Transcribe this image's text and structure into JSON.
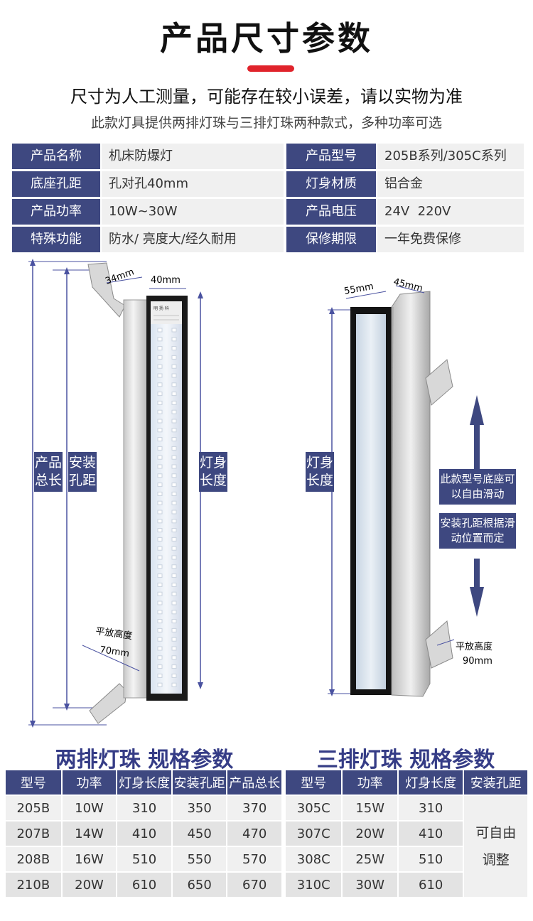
{
  "header": {
    "title": "产品尺寸参数",
    "subtitle": "尺寸为人工测量，可能存在较小误差，请以实物为准",
    "note": "此款灯具提供两排灯珠与三排灯珠两种款式，多种功率可选"
  },
  "specs": [
    {
      "l1": "产品名称",
      "v1": "机床防爆灯",
      "l2": "产品型号",
      "v2": "205B系列/305C系列"
    },
    {
      "l1": "底座孔距",
      "v1": "孔对孔40mm",
      "l2": "灯身材质",
      "v2": "铝合金"
    },
    {
      "l1": "产品功率",
      "v1": "10W~30W",
      "l2": "产品电压",
      "v2": "24V  220V"
    },
    {
      "l1": "特殊功能",
      "v1": "防水/ 亮度大/经久耐用",
      "l2": "保修期限",
      "v2": "一年免费保修"
    }
  ],
  "diagram_left": {
    "dim_width1": "34mm",
    "dim_width2": "40mm",
    "label_total": "产品总长",
    "label_install": "安装孔距",
    "label_body": "灯身长度",
    "label_flat": "平放高度",
    "label_flat_val": "70mm",
    "sticker_brand": "明 扬 科"
  },
  "diagram_right": {
    "dim_width1": "55mm",
    "dim_width2": "45mm",
    "label_body": "灯身长度",
    "note1": "此款型号底座可以自由滑动",
    "note2": "安装孔距根据滑动位置而定",
    "label_flat": "平放高度",
    "label_flat_val": "90mm"
  },
  "table_two": {
    "heading": "两排灯珠 规格参数",
    "headers": [
      "型号",
      "功率",
      "灯身长度",
      "安装孔距",
      "产品总长"
    ],
    "rows": [
      [
        "205B",
        "10W",
        "310",
        "350",
        "370"
      ],
      [
        "207B",
        "14W",
        "410",
        "450",
        "470"
      ],
      [
        "208B",
        "16W",
        "510",
        "550",
        "570"
      ],
      [
        "210B",
        "20W",
        "610",
        "650",
        "670"
      ]
    ]
  },
  "table_three": {
    "heading": "三排灯珠 规格参数",
    "headers": [
      "型号",
      "功率",
      "灯身长度",
      "安装孔距"
    ],
    "rows": [
      [
        "305C",
        "15W",
        "310"
      ],
      [
        "307C",
        "20W",
        "410"
      ],
      [
        "308C",
        "25W",
        "510"
      ],
      [
        "310C",
        "30W",
        "610"
      ]
    ],
    "merged_note": "可自由调整"
  },
  "colors": {
    "accent": "#3e4880",
    "red": "#e0232b",
    "cell_light": "#f0f0f0",
    "cell_dark": "#e3e3e3"
  }
}
